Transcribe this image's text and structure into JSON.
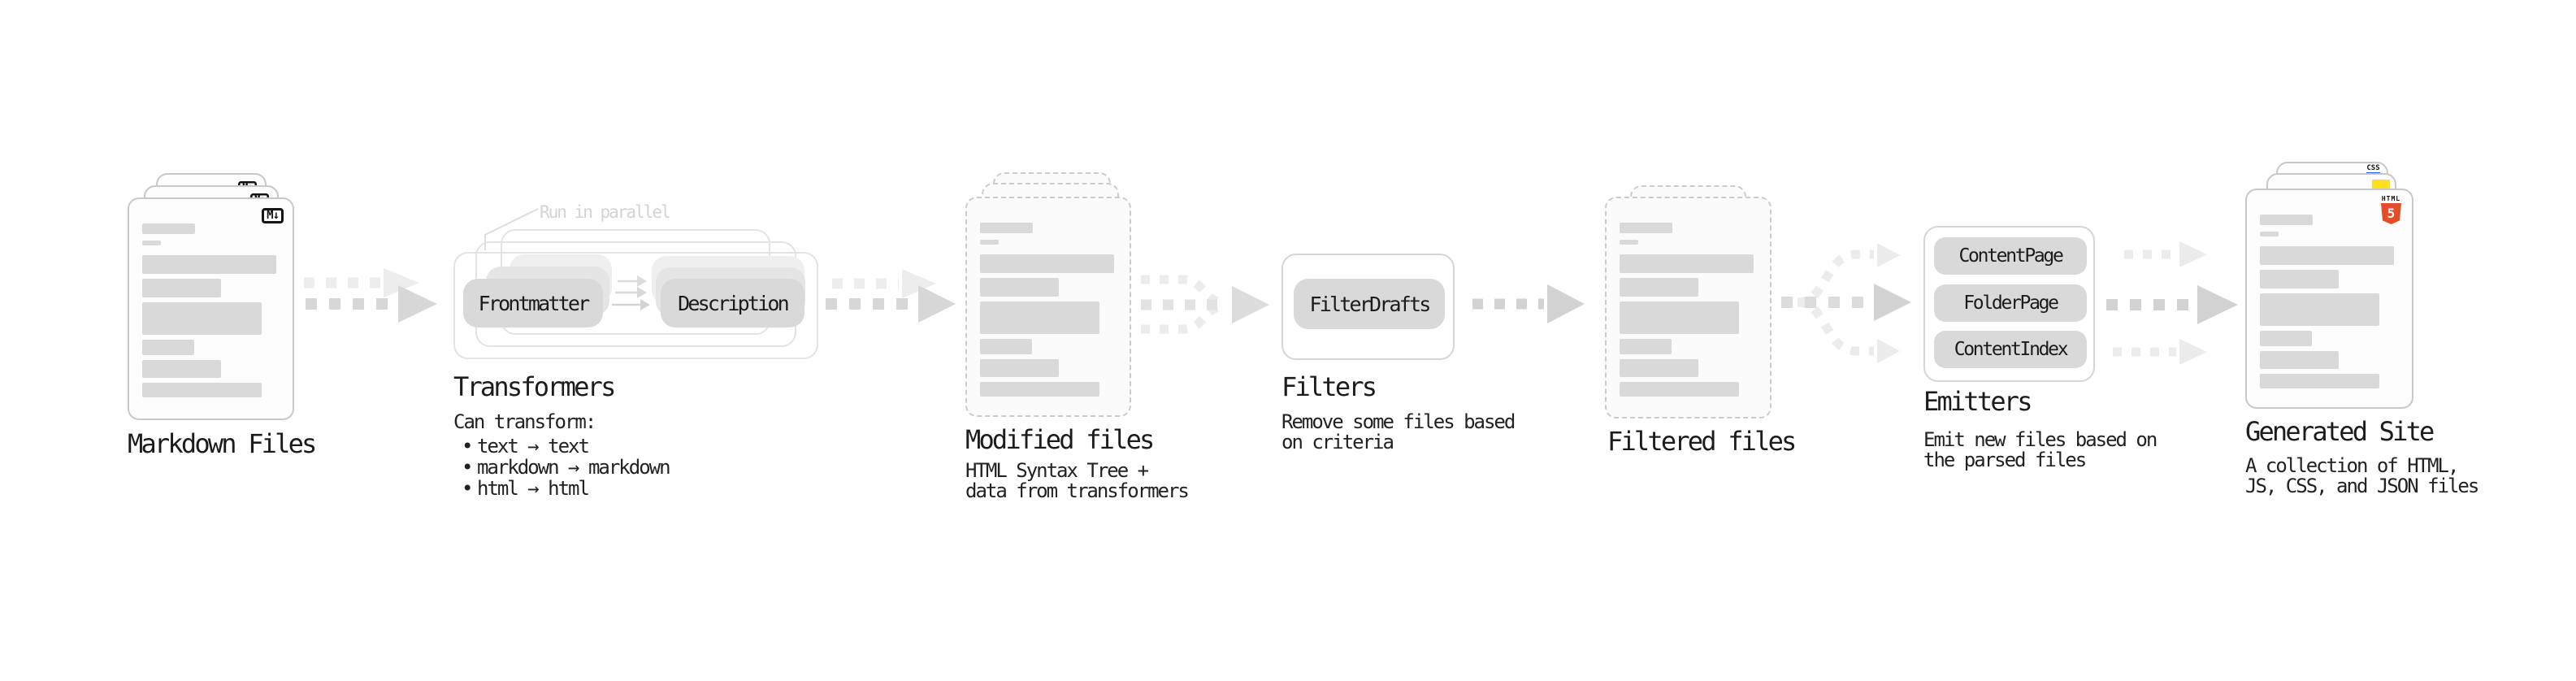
{
  "diagram": {
    "stages": {
      "markdown_files": {
        "title": "Markdown Files",
        "badge": "M↓"
      },
      "transformers": {
        "title": "Transformers",
        "callout": "Run in parallel",
        "pills": [
          "Frontmatter",
          "Description"
        ],
        "intro": "Can transform:",
        "bullet_char": "•",
        "bullets": [
          "text → text",
          "markdown → markdown",
          "html → html"
        ]
      },
      "modified_files": {
        "title": "Modified files",
        "desc": [
          "HTML Syntax Tree +",
          "data from transformers"
        ]
      },
      "filters": {
        "title": "Filters",
        "pills": [
          "FilterDrafts"
        ],
        "desc": [
          "Remove some files based",
          "on criteria"
        ]
      },
      "filtered_files": {
        "title": "Filtered files"
      },
      "emitters": {
        "title": "Emitters",
        "pills": [
          "ContentPage",
          "FolderPage",
          "ContentIndex"
        ],
        "desc": [
          "Emit new files based on",
          "the parsed files"
        ]
      },
      "generated_site": {
        "title": "Generated Site",
        "desc": [
          "A collection of HTML,",
          "JS, CSS, and JSON files"
        ],
        "badges": {
          "css_label": "CSS",
          "html_label": "HTML",
          "html_number": "5"
        }
      }
    },
    "colors": {
      "html5_orange": "#e44d26",
      "js_yellow": "#ffdf1e",
      "css_blue": "#2760e5",
      "doc_line_gray": "#d9d9d9"
    }
  }
}
